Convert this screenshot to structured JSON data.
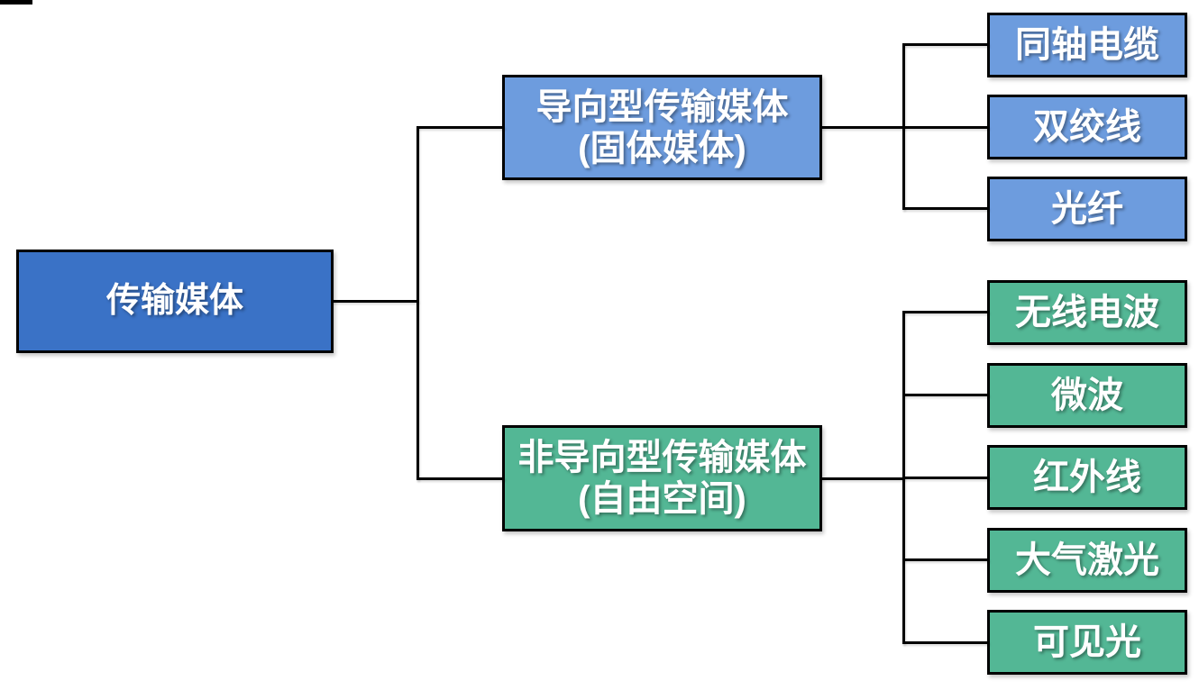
{
  "colors": {
    "root_fill": "#3A72C6",
    "guided_fill": "#6D9CDE",
    "unguided_fill": "#53B795",
    "connector": "#000000",
    "text": "#FFFFFF"
  },
  "tree": {
    "root": {
      "label": "传输媒体"
    },
    "branches": [
      {
        "label": "导向型传输媒体",
        "sublabel": "(固体媒体)",
        "children": [
          {
            "label": "同轴电缆"
          },
          {
            "label": "双绞线"
          },
          {
            "label": "光纤"
          }
        ]
      },
      {
        "label": "非导向型传输媒体",
        "sublabel": "(自由空间)",
        "children": [
          {
            "label": "无线电波"
          },
          {
            "label": "微波"
          },
          {
            "label": "红外线"
          },
          {
            "label": "大气激光"
          },
          {
            "label": "可见光"
          }
        ]
      }
    ]
  }
}
